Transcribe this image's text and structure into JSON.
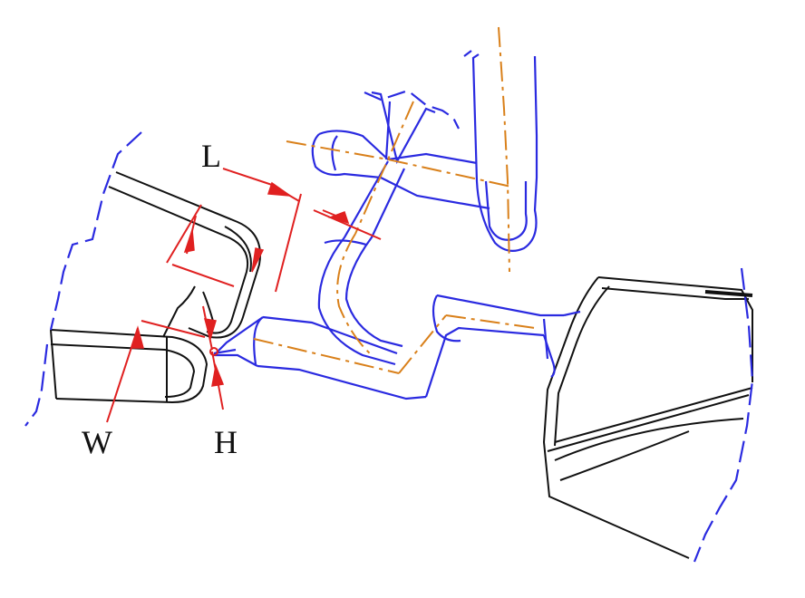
{
  "labels": {
    "length": "L",
    "width": "W",
    "height": "H"
  },
  "colors": {
    "part_outline": "#111111",
    "runner_outline": "#2a2ae0",
    "centerline": "#d9801a",
    "dimension": "#e02020",
    "background": "#ffffff"
  }
}
